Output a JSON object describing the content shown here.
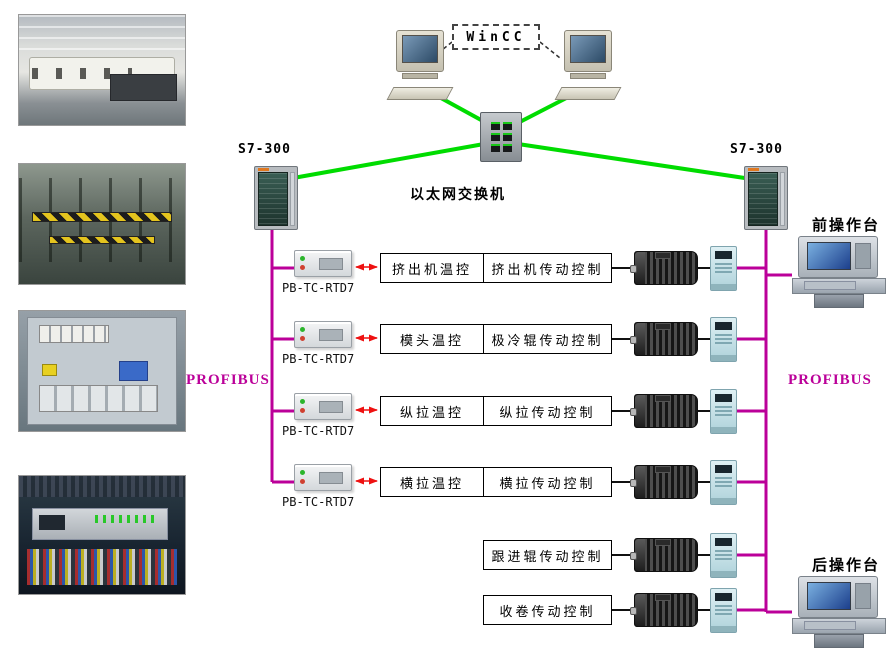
{
  "colors": {
    "ethernet": "#00dc00",
    "profibus": "#bb0099",
    "arrow": "#ee1111"
  },
  "top": {
    "wincc": "WinCC",
    "switch_label": "以太网交换机"
  },
  "plc_left": {
    "label": "S7-300"
  },
  "plc_right": {
    "label": "S7-300"
  },
  "bus_left": {
    "label": "PROFIBUS"
  },
  "bus_right": {
    "label": "PROFIBUS"
  },
  "consoles": {
    "front": "前操作台",
    "rear": "后操作台"
  },
  "rows": [
    {
      "module": "PB-TC-RTD7",
      "temp": "挤出机温控",
      "drive": "挤出机传动控制"
    },
    {
      "module": "PB-TC-RTD7",
      "temp": "模头温控",
      "drive": "极冷辊传动控制"
    },
    {
      "module": "PB-TC-RTD7",
      "temp": "纵拉温控",
      "drive": "纵拉传动控制"
    },
    {
      "module": "PB-TC-RTD7",
      "temp": "横拉温控",
      "drive": "横拉传动控制"
    },
    {
      "drive": "跟进辊传动控制"
    },
    {
      "drive": "收卷传动控制"
    }
  ]
}
